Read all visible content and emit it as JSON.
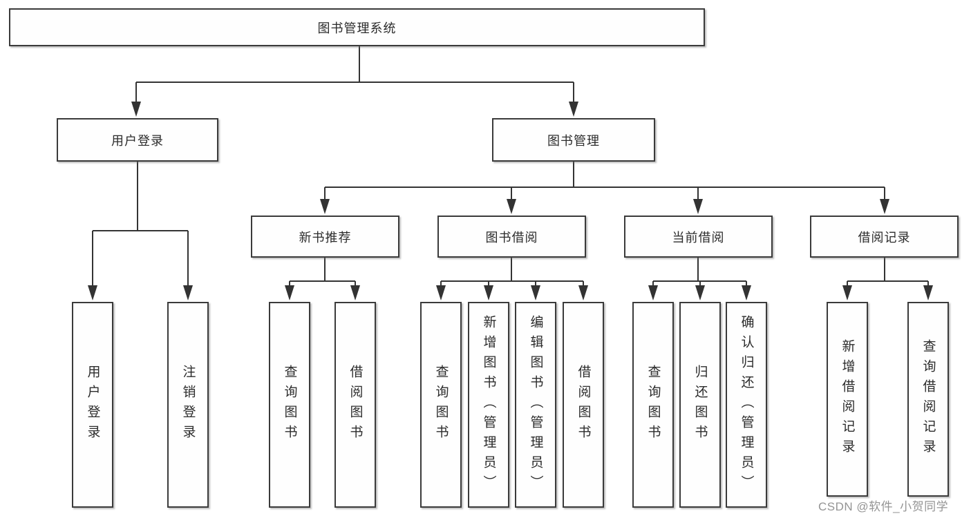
{
  "page": {
    "background": "#ffffff",
    "line_color": "#333333",
    "box_border_color": "#3a3a3a",
    "text_color": "#2b2b2b"
  },
  "diagram": {
    "type": "tree",
    "title": "图书管理系统",
    "root": {
      "label": "图书管理系统"
    },
    "level1": [
      {
        "label": "用户登录"
      },
      {
        "label": "图书管理"
      }
    ],
    "level2": [
      {
        "label": "新书推荐",
        "parent": "图书管理"
      },
      {
        "label": "图书借阅",
        "parent": "图书管理"
      },
      {
        "label": "当前借阅",
        "parent": "图书管理"
      },
      {
        "label": "借阅记录",
        "parent": "图书管理"
      }
    ],
    "leaves": [
      {
        "label": "用户登录",
        "parent": "用户登录"
      },
      {
        "label": "注销登录",
        "parent": "用户登录"
      },
      {
        "label": "查询图书",
        "parent": "新书推荐"
      },
      {
        "label": "借阅图书",
        "parent": "新书推荐"
      },
      {
        "label": "查询图书",
        "parent": "图书借阅"
      },
      {
        "label": "新增图书（管理员）",
        "parent": "图书借阅"
      },
      {
        "label": "编辑图书（管理员）",
        "parent": "图书借阅"
      },
      {
        "label": "借阅图书",
        "parent": "图书借阅"
      },
      {
        "label": "查询图书",
        "parent": "当前借阅"
      },
      {
        "label": "归还图书",
        "parent": "当前借阅"
      },
      {
        "label": "确认归还（管理员）",
        "parent": "当前借阅"
      },
      {
        "label": "新增借阅记录",
        "parent": "借阅记录"
      },
      {
        "label": "查询借阅记录",
        "parent": "借阅记录"
      }
    ]
  },
  "watermark": {
    "text": "CSDN @软件_小贺同学",
    "color": "#949494"
  }
}
